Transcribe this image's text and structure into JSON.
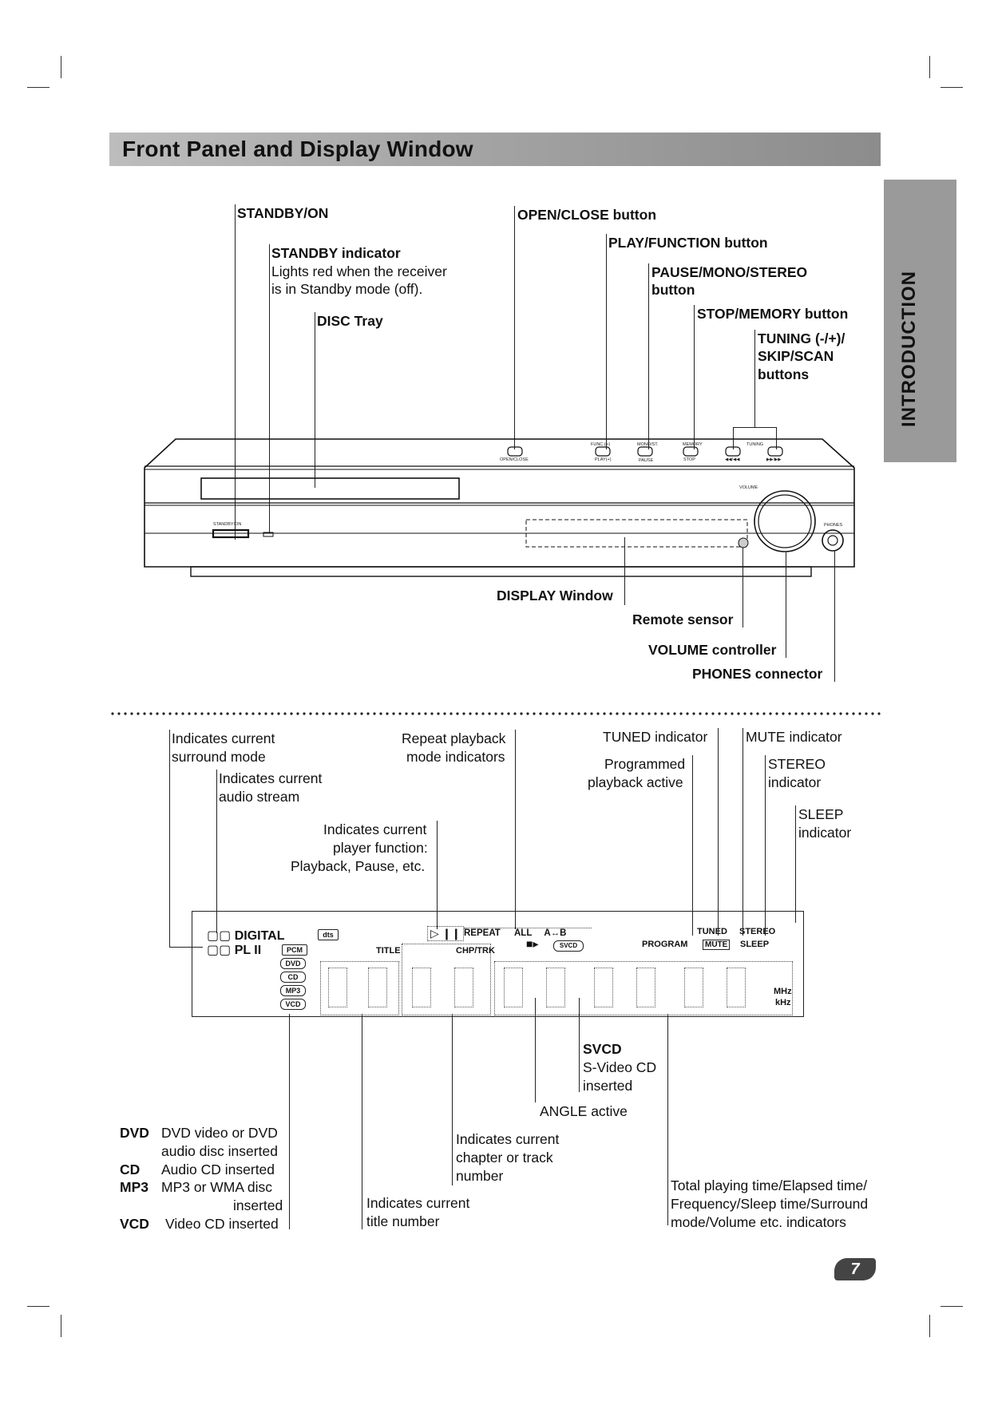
{
  "header": {
    "title": "Front Panel and Display Window"
  },
  "side_tab": {
    "label": "INTRODUCTION"
  },
  "page_number": "7",
  "front_panel": {
    "labels": {
      "standby_on": "STANDBY/ON",
      "standby_indicator": "STANDBY indicator",
      "standby_desc_1": "Lights red when the receiver",
      "standby_desc_2": "is in Standby mode (off).",
      "disc_tray": "DISC Tray",
      "open_close": "OPEN/CLOSE button",
      "play_function": "PLAY/FUNCTION button",
      "pause_mono_stereo_1": "PAUSE/MONO/STEREO",
      "pause_mono_stereo_2": "button",
      "stop_memory": "STOP/MEMORY button",
      "tuning_1": "TUNING (-/+)/",
      "tuning_2": "SKIP/SCAN",
      "tuning_3": "buttons",
      "display_window": "DISPLAY Window",
      "remote_sensor": "Remote sensor",
      "volume_controller": "VOLUME controller",
      "phones_connector": "PHONES connector"
    },
    "device_text": {
      "open_close": "OPEN/CLOSE",
      "func": "FUNC.(∞)",
      "play": "PLAY(+)",
      "mono_st": "MONO/ST.",
      "pause": "PAUSE",
      "memory": "MEMORY",
      "stop": "STOP",
      "tuning": "TUNING",
      "skip_back": "◀◀/◀◀",
      "skip_fwd": "▶▶/▶▶",
      "volume": "VOLUME",
      "standby_on": "STANDBY/ON",
      "phones": "PHONES"
    }
  },
  "display_window": {
    "annotations": {
      "surround_1": "Indicates current",
      "surround_2": "surround mode",
      "audio_1": "Indicates current",
      "audio_2": "audio stream",
      "repeat_1": "Repeat playback",
      "repeat_2": "mode indicators",
      "function_1": "Indicates current",
      "function_2": "player function:",
      "function_3": "Playback, Pause, etc.",
      "tuned": "TUNED indicator",
      "mute": "MUTE indicator",
      "programmed_1": "Programmed",
      "programmed_2": "playback active",
      "stereo_1": "STEREO",
      "stereo_2": "indicator",
      "sleep_1": "SLEEP",
      "sleep_2": "indicator",
      "svcd_title": "SVCD",
      "svcd_1": "S-Video CD",
      "svcd_2": "inserted",
      "angle": "ANGLE active",
      "chapter_1": "Indicates current",
      "chapter_2": "chapter or track",
      "chapter_3": "number",
      "title_1": "Indicates current",
      "title_2": "title number",
      "total_1": "Total playing time/Elapsed time/",
      "total_2": "Frequency/Sleep time/Surround",
      "total_3": "mode/Volume etc. indicators"
    },
    "disc_types": [
      {
        "key": "DVD",
        "desc_1": "DVD video or DVD",
        "desc_2": "audio disc inserted"
      },
      {
        "key": "CD",
        "desc_1": "Audio CD inserted",
        "desc_2": ""
      },
      {
        "key": "MP3",
        "desc_1": "MP3 or WMA disc",
        "desc_2": "inserted"
      },
      {
        "key": "VCD",
        "desc_1": "Video CD inserted",
        "desc_2": ""
      }
    ],
    "screen": {
      "digital": "DIGITAL",
      "pl2": "PL II",
      "dts": "dts",
      "pcm": "PCM",
      "dvd": "DVD",
      "cd": "CD",
      "mp3": "MP3",
      "vcd": "VCD",
      "title": "TITLE",
      "chp_trk": "CHP/TRK",
      "repeat": "REPEAT",
      "all": "ALL",
      "a_b": "A↔B",
      "svcd": "SVCD",
      "tuned": "TUNED",
      "stereo": "STEREO",
      "program": "PROGRAM",
      "mute": "MUTE",
      "sleep": "SLEEP",
      "mhz": "MHz",
      "khz": "kHz",
      "play_pause": "▷ ❙❙"
    }
  }
}
